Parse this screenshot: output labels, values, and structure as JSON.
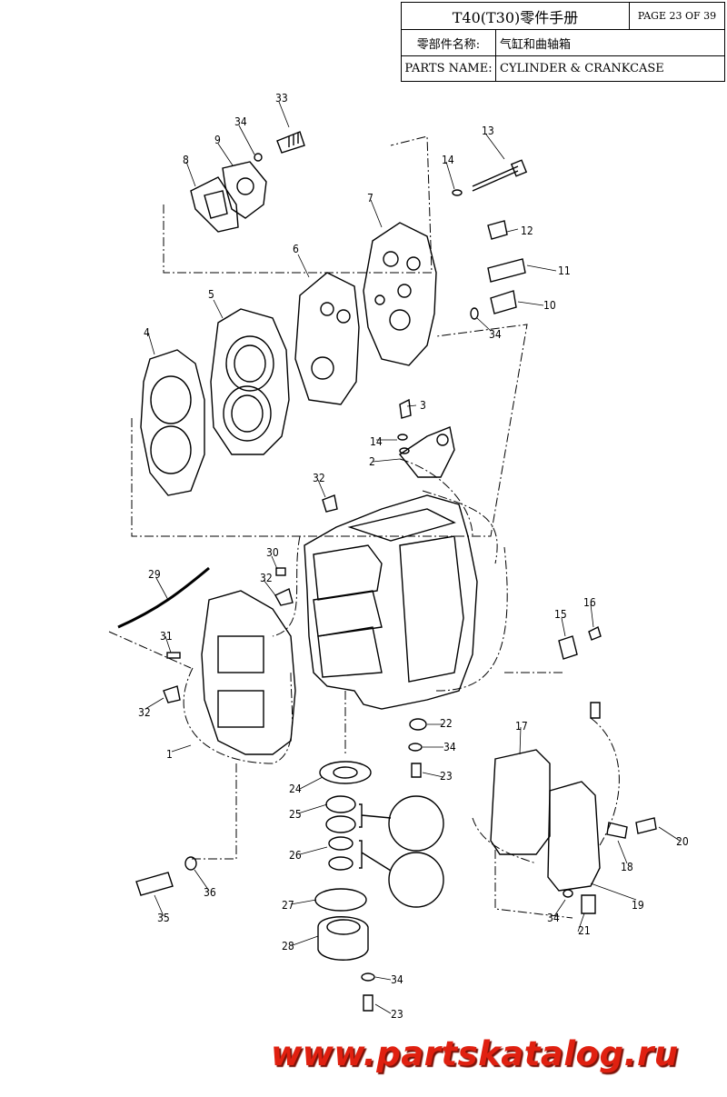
{
  "header": {
    "model": "T40(T30)零件手册",
    "page": "PAGE 23 OF 39",
    "name_label_cn": "零部件名称:",
    "name_value_cn": "气缸和曲轴箱",
    "name_label_en": "PARTS NAME:",
    "name_value_en": "CYLINDER & CRANKCASE"
  },
  "callouts": [
    "1",
    "2",
    "3",
    "4",
    "5",
    "6",
    "7",
    "8",
    "9",
    "10",
    "11",
    "12",
    "13",
    "14",
    "14",
    "15",
    "16",
    "17",
    "18",
    "19",
    "20",
    "21",
    "22",
    "23",
    "23",
    "24",
    "25",
    "26",
    "27",
    "28",
    "29",
    "30",
    "31",
    "32",
    "32",
    "32",
    "33",
    "34",
    "34",
    "34",
    "34",
    "34",
    "35",
    "36"
  ],
  "watermark": "www.partskatalog.ru"
}
